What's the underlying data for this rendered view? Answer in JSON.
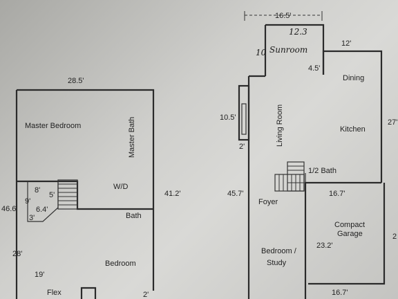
{
  "left_plan": {
    "width_label": "28.5'",
    "master_bedroom": "Master Bedroom",
    "master_bath": "Master Bath",
    "wd": "W/D",
    "depth_label": "41.2'",
    "stair_top": "8'",
    "stair_side": "9'",
    "stair_right": "5'",
    "stair_diag": "6.4'",
    "stair_small": "3'",
    "left_depth": "46.6'",
    "bath": "Bath",
    "lower_left": "28'",
    "bedroom": "Bedroom",
    "nineteen": "19'",
    "flex": "Flex",
    "bottom_right": "2'"
  },
  "right_plan": {
    "top_width": "16.5'",
    "sunroom_dim": "12.3",
    "sunroom": "Sunroom",
    "sunroom_side": "10",
    "twelve": "12'",
    "four_five": "4.5'",
    "dining": "Dining",
    "kitchen": "Kitchen",
    "right_edge": "27'",
    "living_room": "Living Room",
    "fireplace_width": "10.5'",
    "fireplace_depth": "2'",
    "half_bath": "1/2 Bath",
    "left_depth": "45.7'",
    "garage_top": "16.7'",
    "foyer": "Foyer",
    "compact_garage": "Compact\nGarage",
    "garage_depth": "23.2'",
    "bedroom_study_1": "Bedroom /",
    "bedroom_study_2": "Study",
    "garage_bottom": "16.7'",
    "far_right": "2"
  }
}
